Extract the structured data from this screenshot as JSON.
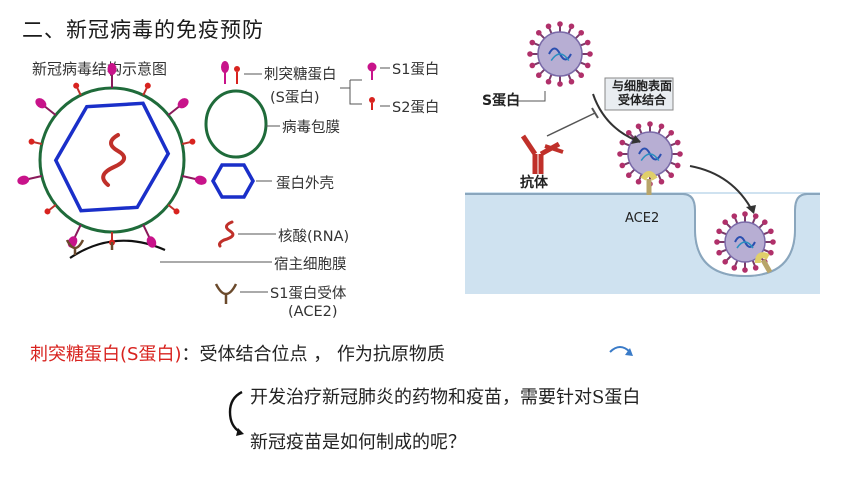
{
  "title": "二、新冠病毒的免疫预防",
  "diagram_title": "新冠病毒结构示意图",
  "legend": {
    "spike": "刺突糖蛋白",
    "spike_paren": "(S蛋白)",
    "s1": "S1蛋白",
    "s2": "S2蛋白",
    "envelope": "病毒包膜",
    "shell": "蛋白外壳",
    "rna": "核酸(RNA)",
    "host_membrane": "宿主细胞膜",
    "receptor": "S1蛋白受体",
    "receptor_paren": "(ACE2)"
  },
  "right_panel": {
    "s_protein": "S蛋白",
    "binding_box": [
      "与细胞表面",
      "受体结合"
    ],
    "antibody": "抗体",
    "ace2": "ACE2"
  },
  "text": {
    "line1_red": "刺突糖蛋白(S蛋白)",
    "line1_black": "：受体结合位点 ， 作为抗原物质",
    "line2": "开发治疗新冠肺炎的药物和疫苗，需要针对S蛋白",
    "line3": "新冠疫苗是如何制成的呢？"
  },
  "colors": {
    "red_text": "#d8231f",
    "envelope": "#1f6b3a",
    "shell": "#1a2fc9",
    "rna": "#c0302a",
    "spike": "#c8138a",
    "receptor": "#6b4a2c",
    "panel_bg": "#cfe2f0"
  }
}
